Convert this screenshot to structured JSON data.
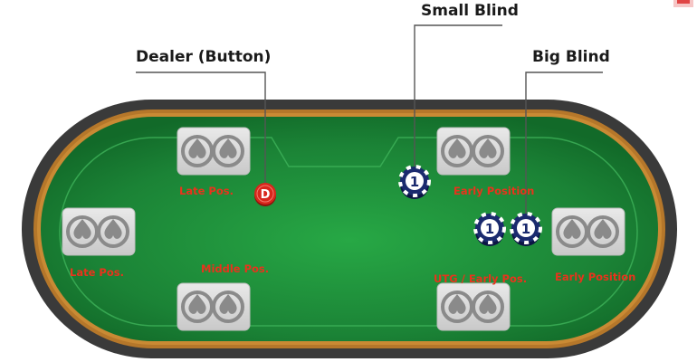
{
  "callouts": {
    "dealer": "Dealer (Button)",
    "small_blind": "Small Blind",
    "big_blind": "Big Blind"
  },
  "positions": {
    "late_top": "Late Pos.",
    "late_left": "Late Pos.",
    "middle": "Middle Pos.",
    "early_top": "Early Position",
    "utg": "UTG / Early Pos.",
    "early_right": "Early Position"
  },
  "chips": {
    "dealer": "D",
    "small_blind": "1",
    "big_blind_a": "1",
    "big_blind_b": "1"
  },
  "colors": {
    "felt": "#1f8a3a",
    "rail": "#3d3d3d",
    "wood": "#b5772a",
    "label": "#e8331c",
    "chip_blue": "#1a2a6e",
    "dealer_chip": "#d8261c"
  }
}
